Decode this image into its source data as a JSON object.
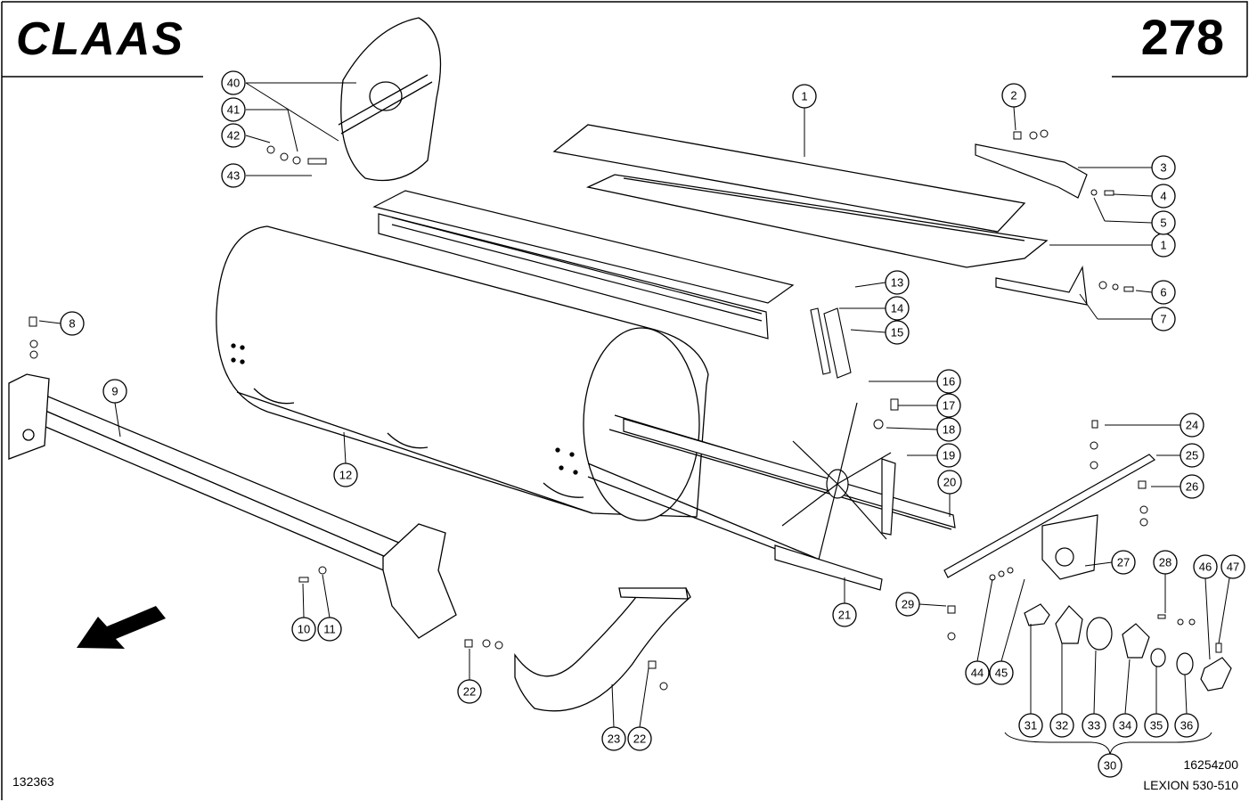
{
  "header": {
    "brand": "CLAAS",
    "page_number": "278"
  },
  "footer": {
    "image_number": "132363",
    "drawing_number": "16254z00",
    "model": "LEXION 530-510"
  },
  "callouts": [
    "1",
    "1",
    "2",
    "3",
    "4",
    "5",
    "6",
    "7",
    "8",
    "9",
    "10",
    "11",
    "12",
    "13",
    "14",
    "15",
    "16",
    "17",
    "18",
    "19",
    "20",
    "21",
    "22",
    "22",
    "23",
    "24",
    "25",
    "26",
    "27",
    "28",
    "29",
    "30",
    "31",
    "32",
    "33",
    "34",
    "35",
    "36",
    "40",
    "41",
    "42",
    "43",
    "44",
    "45",
    "46",
    "47"
  ]
}
